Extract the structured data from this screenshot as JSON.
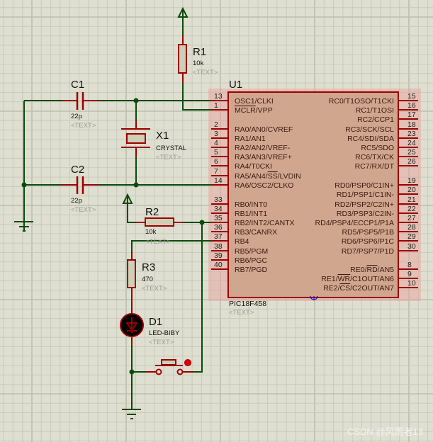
{
  "colors": {
    "wire": "#0b4a0b",
    "component": "#9a0000",
    "chip_body": "#d1a68f",
    "background": "#dfdfd1"
  },
  "components": {
    "r1": {
      "ref": "R1",
      "value": "10k",
      "text": "<TEXT>"
    },
    "r2": {
      "ref": "R2",
      "value": "10k",
      "text": "<TEXT>"
    },
    "r3": {
      "ref": "R3",
      "value": "470",
      "text": "<TEXT>"
    },
    "c1": {
      "ref": "C1",
      "value": "22p",
      "text": "<TEXT>"
    },
    "c2": {
      "ref": "C2",
      "value": "22p",
      "text": "<TEXT>"
    },
    "x1": {
      "ref": "X1",
      "value": "CRYSTAL",
      "text": "<TEXT>"
    },
    "d1": {
      "ref": "D1",
      "value": "LED-BIBY",
      "text": "<TEXT>"
    },
    "u1": {
      "ref": "U1",
      "value": "PIC18F458",
      "text": "<TEXT>"
    }
  },
  "left_pins": [
    {
      "num": "13",
      "label": "OSC1/CLKI"
    },
    {
      "num": "1",
      "label": "/VPP",
      "over": "MCLR"
    },
    {
      "num": "2",
      "label": "RA0/AN0/CVREF"
    },
    {
      "num": "3",
      "label": "RA1/AN1"
    },
    {
      "num": "4",
      "label": "RA2/AN2/VREF-"
    },
    {
      "num": "5",
      "label": "RA3/AN3/VREF+"
    },
    {
      "num": "6",
      "label": "RA4/T0CKI"
    },
    {
      "num": "7",
      "label": "RA5/AN4/",
      "over": "SS",
      "after": "/LVDIN"
    },
    {
      "num": "14",
      "label": "RA6/OSC2/CLKO"
    },
    {
      "num": "33",
      "label": "RB0/INT0"
    },
    {
      "num": "34",
      "label": "RB1/INT1"
    },
    {
      "num": "35",
      "label": "RB2/INT2/CANTX"
    },
    {
      "num": "36",
      "label": "RB3/CANRX"
    },
    {
      "num": "37",
      "label": "RB4"
    },
    {
      "num": "38",
      "label": "RB5/PGM"
    },
    {
      "num": "39",
      "label": "RB6/PGC"
    },
    {
      "num": "40",
      "label": "RB7/PGD"
    }
  ],
  "right_pins": [
    {
      "num": "15",
      "label": "RC0/T1OSO/T1CKI"
    },
    {
      "num": "16",
      "label": "RC1/T1OSI"
    },
    {
      "num": "17",
      "label": "RC2/CCP1"
    },
    {
      "num": "18",
      "label": "RC3/SCK/SCL"
    },
    {
      "num": "23",
      "label": "RC4/SDI/SDA"
    },
    {
      "num": "24",
      "label": "RC5/SDO"
    },
    {
      "num": "25",
      "label": "RC6/TX/CK"
    },
    {
      "num": "26",
      "label": "RC7/RX/DT"
    },
    {
      "num": "19",
      "label": "RD0/PSP0/C1IN+"
    },
    {
      "num": "20",
      "label": "RD1/PSP1/C1IN-"
    },
    {
      "num": "21",
      "label": "RD2/PSP2/C2IN+"
    },
    {
      "num": "22",
      "label": "RD3/PSP3/C2IN-"
    },
    {
      "num": "27",
      "label": "RD4/PSP4/ECCP1/P1A"
    },
    {
      "num": "28",
      "label": "RD5/PSP5/P1B"
    },
    {
      "num": "29",
      "label": "RD6/PSP6/P1C"
    },
    {
      "num": "30",
      "label": "RD7/PSP7/P1D"
    },
    {
      "num": "8",
      "label": "RE0/",
      "over": "RD",
      "after": "/AN5"
    },
    {
      "num": "9",
      "label": "RE1/",
      "over": "WR",
      "after": "/C1OUT/AN6"
    },
    {
      "num": "10",
      "label": "RE2/",
      "over": "CS",
      "after": "/C2OUT/AN7"
    }
  ],
  "watermark": "CSDN @风雨者13"
}
